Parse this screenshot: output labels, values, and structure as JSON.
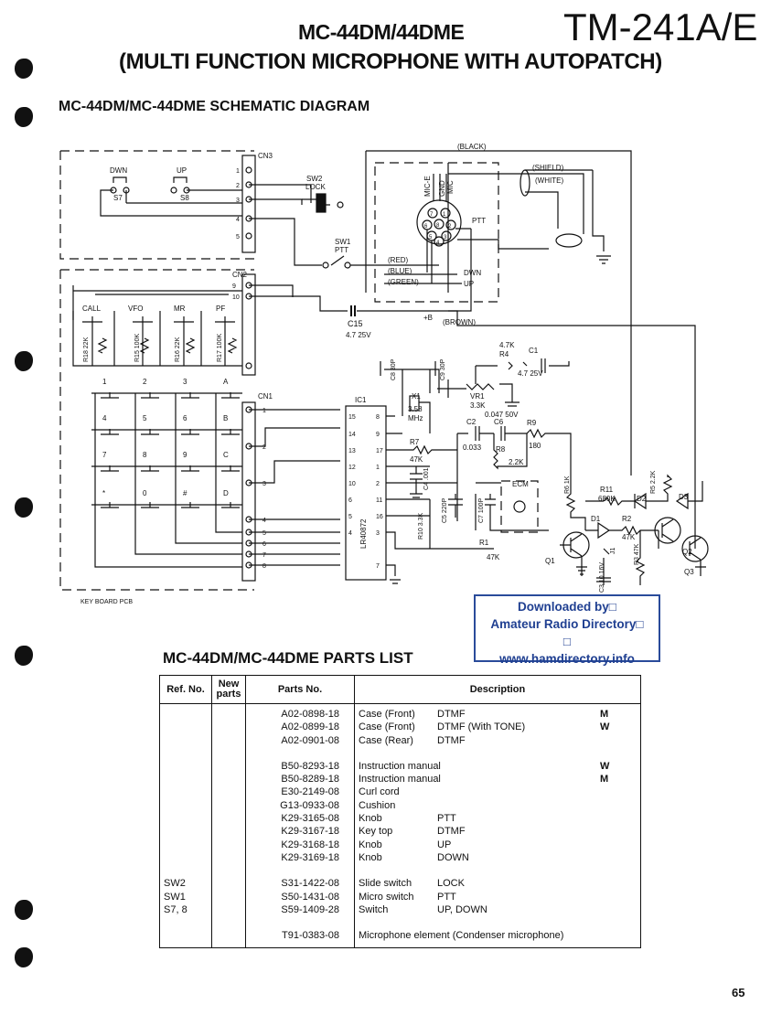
{
  "header": {
    "model_title": "MC-44DM/44DME",
    "product_code": "TM-241A/E",
    "subtitle": "(MULTI FUNCTION MICROPHONE WITH AUTOPATCH)"
  },
  "schematic": {
    "title": "MC-44DM/MC-44DME  SCHEMATIC DIAGRAM",
    "labels": {
      "black": "(BLACK)",
      "shield": "(SHIELD)",
      "white": "(WHITE)",
      "red": "(RED)",
      "blue": "(BLUE)",
      "green": "(GREEN)",
      "brown": "(BROWN)",
      "cn3": "CN3",
      "cn2": "CN2",
      "cn1": "CN1",
      "dwn": "DWN",
      "up": "UP",
      "s7": "S7",
      "s8": "S8",
      "sw2": "SW2",
      "lock": "LOCK",
      "sw1": "SW1",
      "ptt": "PTT",
      "mic_e": "MIC-E",
      "gnd": "GND",
      "mic": "MIC",
      "ptt2": "PTT",
      "dwn2": "DWN",
      "up2": "UP",
      "c15": "C15",
      "c15v": "4.7 25V",
      "plus_b": "+B",
      "call": "CALL",
      "vfo": "VFO",
      "mr": "MR",
      "pf": "PF",
      "r18": "R18 22K",
      "r15": "R15 100K",
      "r16": "R16 22K",
      "r17": "R17 100K",
      "c8": "C8 30P",
      "c9": "C9 30P",
      "x1": "X1",
      "x1f": "3.58",
      "x1u": "MHz",
      "ic1": "IC1",
      "lr": "LR40872",
      "r4v": "4.7K",
      "r4": "R4",
      "c1": "C1",
      "c1v": "4.7 25V",
      "vr1": "VR1",
      "vr1v": "3.3K",
      "c2": "C2",
      "c2v": "0.033",
      "c6v": "0.047 50V",
      "c6": "C6",
      "r9": "R9",
      "r9v": "180",
      "r7": "R7",
      "r7v": "47K",
      "r8": "R8",
      "r8v": "2.2K",
      "c4": "C4 .001",
      "ecm": "ECM",
      "c5": "C5 220P",
      "c7": "C7 100P",
      "r10": "R10 3.3K",
      "r1": "R1",
      "r1v": "47K",
      "r6": "R6 1K",
      "r11": "R11",
      "r11v": "680K",
      "d2": "D2",
      "r5": "R5 2.2K",
      "d3": "D3",
      "d1": "D1",
      "r2": "R2",
      "r2v": "47K",
      "r3": "R3 47K",
      "q1": "Q1",
      "q2": "Q2",
      "q3": "Q3",
      "c3": "C3 10 16V",
      "j1": "J1",
      "kbd": "KEY BOARD PCB",
      "keys": [
        "1",
        "2",
        "3",
        "A",
        "4",
        "5",
        "6",
        "B",
        "7",
        "8",
        "9",
        "C",
        "*",
        "0",
        "#",
        "D"
      ],
      "cn3_pins": [
        "1",
        "2",
        "3",
        "4",
        "5"
      ],
      "cn2_pins": [
        "9",
        "10"
      ],
      "cn1_pins": [
        "1",
        "2",
        "3",
        "4",
        "5",
        "6",
        "7",
        "8"
      ],
      "ic_pins_left": [
        "15",
        "14",
        "13",
        "12",
        "10",
        "6",
        "5",
        "4"
      ],
      "ic_pins_right": [
        "8",
        "9",
        "17",
        "1",
        "2",
        "11",
        "16",
        "3",
        "7"
      ],
      "mic_pins": [
        "7",
        "1",
        "6",
        "8",
        "2",
        "5",
        "3",
        "4"
      ]
    }
  },
  "watermark": {
    "line1": "Downloaded by□",
    "line2": "Amateur Radio Directory□",
    "line3": "□",
    "line4": "www.hamdirectory.info"
  },
  "parts_list": {
    "title": "MC-44DM/MC-44DME  PARTS LIST",
    "columns": [
      "Ref. No.",
      "New parts",
      "Parts No.",
      "Description"
    ],
    "col_ref_lines": [
      "Ref. No."
    ],
    "groups": [
      {
        "rows": [
          {
            "ref": "",
            "part": "A02-0898-18",
            "desc": "Case (Front)",
            "detail": "DTMF",
            "dest": "M"
          },
          {
            "ref": "",
            "part": "A02-0899-18",
            "desc": "Case (Front)",
            "detail": "DTMF (With TONE)",
            "dest": "W"
          },
          {
            "ref": "",
            "part": "A02-0901-08",
            "desc": "Case (Rear)",
            "detail": "DTMF",
            "dest": ""
          }
        ]
      },
      {
        "rows": [
          {
            "ref": "",
            "part": "B50-8293-18",
            "desc": "Instruction manual",
            "detail": "",
            "dest": "W"
          },
          {
            "ref": "",
            "part": "B50-8289-18",
            "desc": "Instruction manual",
            "detail": "",
            "dest": "M"
          },
          {
            "ref": "",
            "part": "E30-2149-08",
            "desc": "Curl cord",
            "detail": "",
            "dest": ""
          },
          {
            "ref": "",
            "part": "G13-0933-08",
            "desc": "Cushion",
            "detail": "",
            "dest": ""
          },
          {
            "ref": "",
            "part": "K29-3165-08",
            "desc": "Knob",
            "detail": "PTT",
            "dest": ""
          },
          {
            "ref": "",
            "part": "K29-3167-18",
            "desc": "Key top",
            "detail": "DTMF",
            "dest": ""
          },
          {
            "ref": "",
            "part": "K29-3168-18",
            "desc": "Knob",
            "detail": "UP",
            "dest": ""
          },
          {
            "ref": "",
            "part": "K29-3169-18",
            "desc": "Knob",
            "detail": "DOWN",
            "dest": ""
          }
        ]
      },
      {
        "rows": [
          {
            "ref": "SW2",
            "part": "S31-1422-08",
            "desc": "Slide switch",
            "detail": "LOCK",
            "dest": ""
          },
          {
            "ref": "SW1",
            "part": "S50-1431-08",
            "desc": "Micro switch",
            "detail": "PTT",
            "dest": ""
          },
          {
            "ref": "S7, 8",
            "part": "S59-1409-28",
            "desc": "Switch",
            "detail": "UP, DOWN",
            "dest": ""
          }
        ]
      },
      {
        "rows": [
          {
            "ref": "",
            "part": "T91-0383-08",
            "desc": "Microphone element (Condenser microphone)",
            "detail": "",
            "dest": ""
          }
        ]
      }
    ]
  },
  "page_number": "65"
}
